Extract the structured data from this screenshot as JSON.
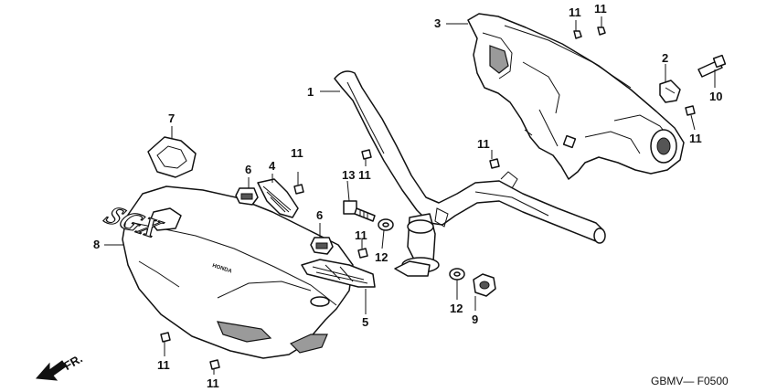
{
  "diagram": {
    "drawing_code": "GBMV— F0500",
    "direction_label": "FR.",
    "logo_text": "SGX",
    "brand_text": "HONDA",
    "callouts": [
      {
        "id": "c1",
        "label": "1"
      },
      {
        "id": "c2",
        "label": "2"
      },
      {
        "id": "c3",
        "label": "3"
      },
      {
        "id": "c4",
        "label": "4"
      },
      {
        "id": "c5",
        "label": "5"
      },
      {
        "id": "c6a",
        "label": "6"
      },
      {
        "id": "c6b",
        "label": "6"
      },
      {
        "id": "c7",
        "label": "7"
      },
      {
        "id": "c8",
        "label": "8"
      },
      {
        "id": "c9",
        "label": "9"
      },
      {
        "id": "c10",
        "label": "10"
      },
      {
        "id": "c11a",
        "label": "11"
      },
      {
        "id": "c11b",
        "label": "11"
      },
      {
        "id": "c11c",
        "label": "11"
      },
      {
        "id": "c11d",
        "label": "11"
      },
      {
        "id": "c11e",
        "label": "11"
      },
      {
        "id": "c11f",
        "label": "11"
      },
      {
        "id": "c11g",
        "label": "11"
      },
      {
        "id": "c11h",
        "label": "11"
      },
      {
        "id": "c11i",
        "label": "11"
      },
      {
        "id": "c12a",
        "label": "12"
      },
      {
        "id": "c12b",
        "label": "12"
      },
      {
        "id": "c13",
        "label": "13"
      }
    ]
  }
}
